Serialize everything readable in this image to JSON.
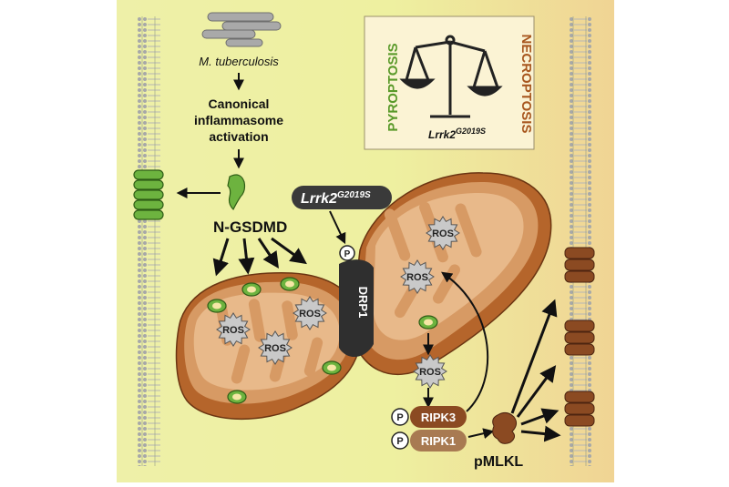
{
  "labels": {
    "pathogen": "M. tuberculosis",
    "inflammasome_line1": "Canonical",
    "inflammasome_line2": "inflammasome",
    "inflammasome_line3": "activation",
    "ngsdmd": "N-GSDMD",
    "lrrk2": "Lrrk2",
    "lrrk2_sup": "G2019S",
    "box_lrrk2": "Lrrk2",
    "box_lrrk2_sup": "G2019S",
    "pyroptosis": "PYROPTOSIS",
    "necroptosis": "NECROPTOSIS",
    "drp1": "DRP1",
    "phospho": "P",
    "ros": "ROS",
    "ripk3": "RIPK3",
    "ripk1": "RIPK1",
    "pmlkl": "pMLKL"
  },
  "colors": {
    "bg_left": "#eef0a8",
    "bg_right": "#f0d89a",
    "mito_outer": "#b5652b",
    "mito_inner": "#d79a64",
    "mito_matrix": "#e8b98a",
    "gsdmd_green": "#6db33f",
    "mlkl_brown": "#8b4a22",
    "pyroptosis_green": "#5a9a2a",
    "necroptosis_brown": "#a8571f",
    "pill_dark": "#3a3a3a",
    "ripk3": "#8b4a22",
    "ripk1": "#a87a52"
  }
}
